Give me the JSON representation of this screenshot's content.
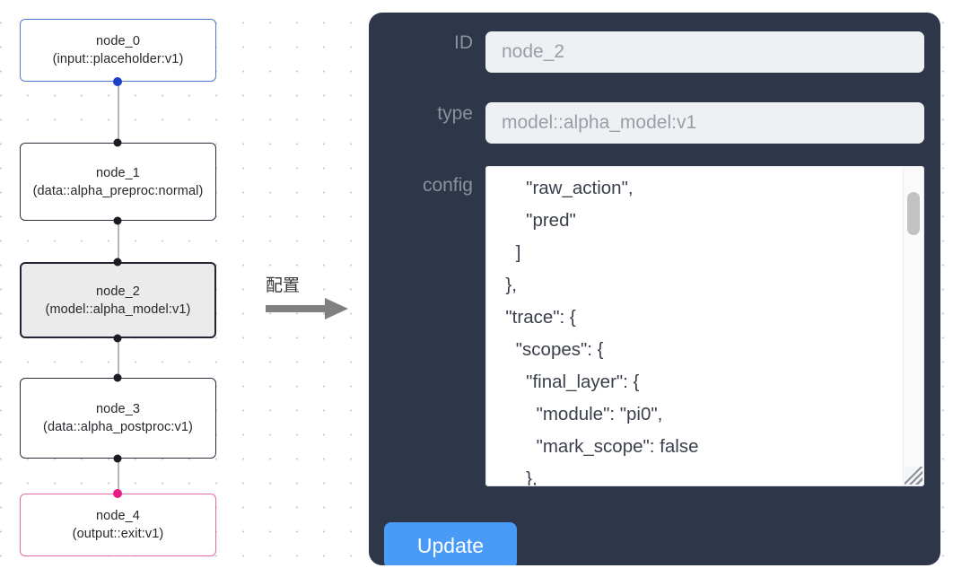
{
  "canvas": {
    "nodes": [
      {
        "id": "node_0",
        "type": "(input::placeholder:v1)",
        "variant": "input"
      },
      {
        "id": "node_1",
        "type": "(data::alpha_preproc:normal)",
        "variant": "default"
      },
      {
        "id": "node_2",
        "type": "(model::alpha_model:v1)",
        "variant": "selected"
      },
      {
        "id": "node_3",
        "type": "(data::alpha_postproc:v1)",
        "variant": "default"
      },
      {
        "id": "node_4",
        "type": "(output::exit:v1)",
        "variant": "output"
      }
    ]
  },
  "annotation": {
    "label": "配置",
    "arrow_icon": "arrow-right-icon"
  },
  "panel": {
    "fields": {
      "id": {
        "label": "ID",
        "value": "node_2"
      },
      "type": {
        "label": "type",
        "value": "model::alpha_model:v1"
      },
      "config": {
        "label": "config",
        "value": "      \"raw_action\",\n      \"pred\"\n    ]\n  },\n  \"trace\": {\n    \"scopes\": {\n      \"final_layer\": {\n        \"module\": \"pi0\",\n        \"mark_scope\": false\n      },\n      \"action_model\": {"
      }
    },
    "update_button": "Update",
    "colors": {
      "panel_background": "#2e374a",
      "input_background": "#eef0f4",
      "label_text": "#8b919d",
      "button_accent": "#4a9bf7"
    }
  },
  "node_colors": {
    "input_border": "#4a7ed0",
    "output_border": "#e26aa5",
    "default_border": "#2a2e3a",
    "selected_fill": "#ebebeb",
    "handle_default": "#1b1b24",
    "handle_input": "#1e40c8",
    "handle_output": "#e91b86",
    "edge": "#b7b7bb"
  }
}
